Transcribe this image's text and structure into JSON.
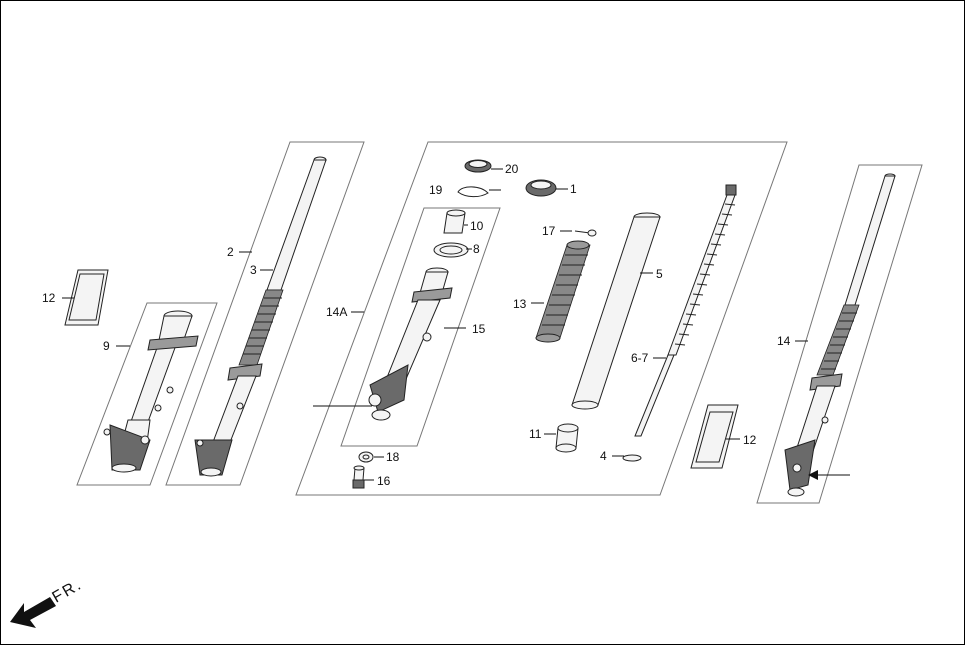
{
  "diagram": {
    "direction_label": "FR.",
    "labels": {
      "p1": "1",
      "p2": "2",
      "p3": "3",
      "p4": "4",
      "p5": "5",
      "p67": "6-7",
      "p8": "8",
      "p9": "9",
      "p10": "10",
      "p11": "11",
      "p12a": "12",
      "p12b": "12",
      "p13": "13",
      "p14": "14",
      "p14a": "14A",
      "p15": "15",
      "p16": "16",
      "p17": "17",
      "p18": "18",
      "p19": "19",
      "p20": "20"
    }
  }
}
